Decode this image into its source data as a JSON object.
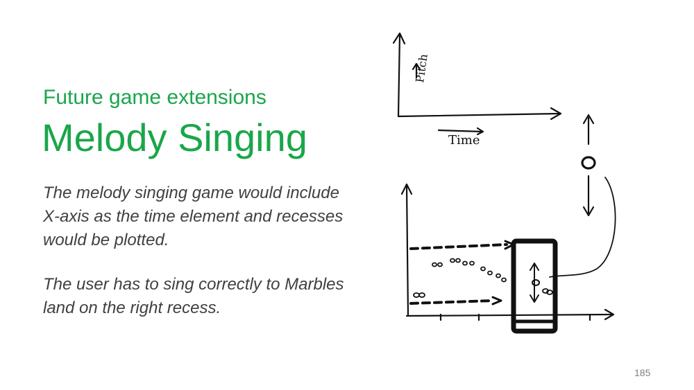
{
  "slide": {
    "subtitle": "Future game extensions",
    "title": "Melody Singing",
    "paragraphs": [
      "The melody singing game would include X-axis as the time element and recesses would be plotted.",
      "The user has to sing correctly to Marbles land on the right recess."
    ],
    "page_number": "185"
  },
  "sketch": {
    "y_label": "Pitch",
    "x_label": "Time"
  },
  "colors": {
    "accent": "#1aa64a",
    "body_text": "#404040",
    "page_number": "#7f7f7f"
  }
}
